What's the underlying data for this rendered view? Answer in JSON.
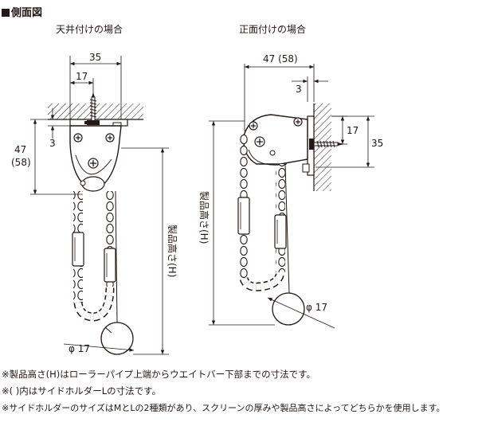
{
  "section_title": "側面図",
  "ceiling_mount": {
    "caption": "天井付けの場合",
    "dim_width": "35",
    "dim_center": "17",
    "dim_height": "47",
    "dim_height_alt": "(58)",
    "dim_gap": "3",
    "product_height_label": "製品高さ(H)",
    "weight_dia": "φ 17"
  },
  "wall_mount": {
    "caption": "正面付けの場合",
    "dim_depth": "47 (58)",
    "dim_gap": "3",
    "dim_17": "17",
    "dim_35": "35",
    "product_height_label": "製品高さ(H)",
    "weight_dia": "φ 17"
  },
  "notes": [
    "※製品高さ(H)はローラーパイプ上端からウエイトバー下部までの寸法です。",
    "※( )内はサイドホルダーLの寸法です。",
    "※サイドホルダーのサイズはMとLの2種類があり、スクリーンの厚みや製品高さによってどちらかを使用します。"
  ]
}
